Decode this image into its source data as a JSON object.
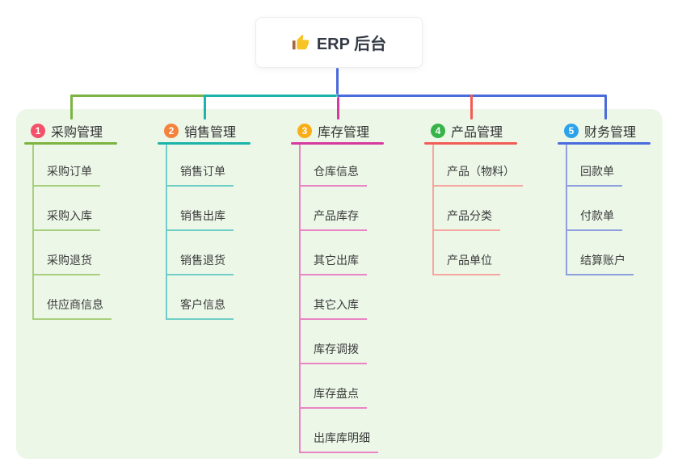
{
  "root": {
    "label": "ERP 后台",
    "icon": "thumbs-up-icon"
  },
  "branches": [
    {
      "badge": "1",
      "label": "采购管理",
      "badge_color": "#f4526a",
      "line_color": "#7cb342",
      "child_line_color": "#a8cf7e",
      "children": [
        "采购订单",
        "采购入库",
        "采购退货",
        "供应商信息"
      ]
    },
    {
      "badge": "2",
      "label": "销售管理",
      "badge_color": "#f5823c",
      "line_color": "#1bb3aa",
      "child_line_color": "#6fcfc7",
      "children": [
        "销售订单",
        "销售出库",
        "销售退货",
        "客户信息"
      ]
    },
    {
      "badge": "3",
      "label": "库存管理",
      "badge_color": "#fbad18",
      "line_color": "#d63a9f",
      "child_line_color": "#ea84c5",
      "children": [
        "仓库信息",
        "产品库存",
        "其它出库",
        "其它入库",
        "库存调拨",
        "库存盘点",
        "出库库明细"
      ]
    },
    {
      "badge": "4",
      "label": "产品管理",
      "badge_color": "#36b44a",
      "line_color": "#f25c54",
      "child_line_color": "#f6a6a0",
      "children": [
        "产品（物料）",
        "产品分类",
        "产品单位"
      ]
    },
    {
      "badge": "5",
      "label": "财务管理",
      "badge_color": "#2ba2ea",
      "line_color": "#4a6bdb",
      "child_line_color": "#8da0dd",
      "children": [
        "回款单",
        "付款单",
        "结算账户"
      ]
    }
  ],
  "colors": {
    "trunk_blue": "#4a6bdb",
    "panel_bg": "#ecf7e8",
    "icon_yellow": "#f7c325",
    "icon_cuff_brown": "#a5673f"
  }
}
